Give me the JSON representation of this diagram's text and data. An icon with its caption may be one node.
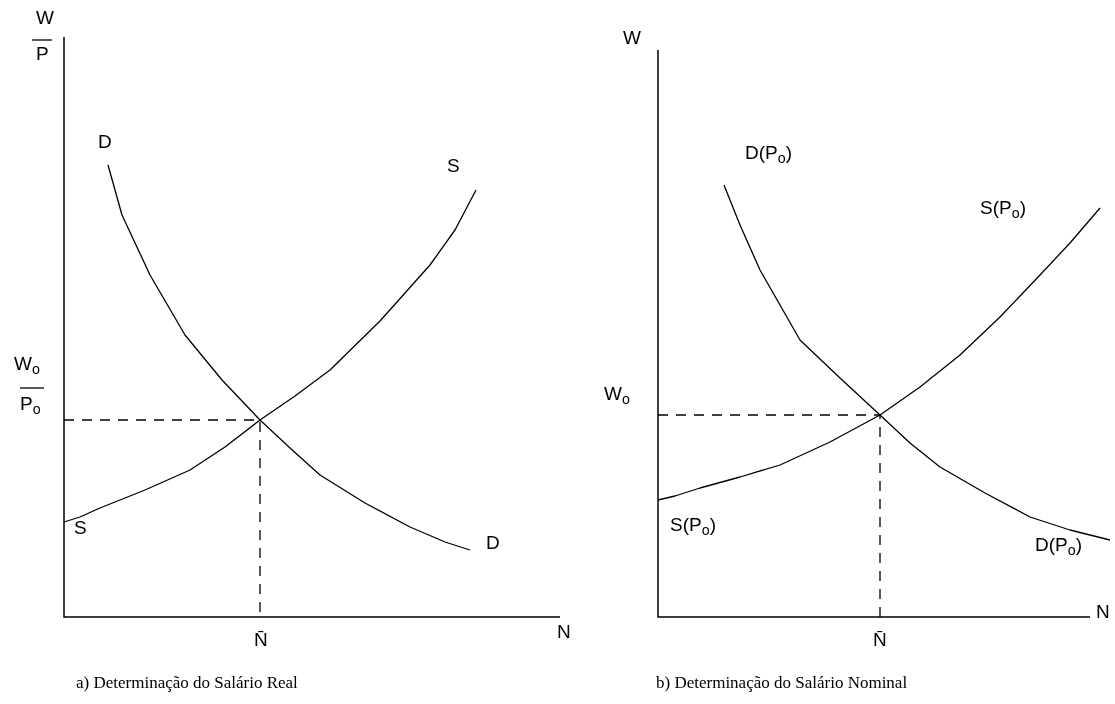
{
  "diagram": {
    "labels": [
      "W",
      "P",
      "D",
      "S",
      "W$_{o}$",
      "P$_{o}$",
      "S",
      "D",
      "N̄",
      "N",
      "a) Determinação do Salário Real",
      "W",
      "D(P$_{o}$)",
      "S(P$_{o}$)",
      "W$_{o}$",
      "S(P$_{o}$)",
      "D(P$_{o}$)",
      "N̄",
      "N",
      "b) Determinação do Salário Nominal"
    ]
  }
}
